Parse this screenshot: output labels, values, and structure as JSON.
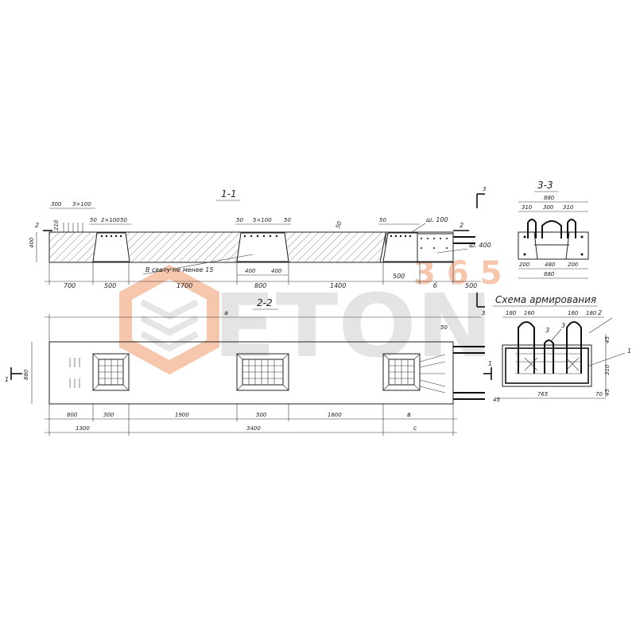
{
  "sections": {
    "s11": "1-1",
    "s22": "2-2",
    "s33": "3-3",
    "scheme": "Схема армирования"
  },
  "section_marks": {
    "m2": "2",
    "m3": "3",
    "m1": "1"
  },
  "section11": {
    "top_dims": [
      "300",
      "3×100",
      "50",
      "2×100",
      "50",
      "50",
      "5×100",
      "50",
      "50",
      "50",
      "ш. 100"
    ],
    "left_dims": [
      "400",
      "210"
    ],
    "callout_light": "В свету не менее 15",
    "callout_w400": "ш. 400",
    "bottom_dims": [
      "700",
      "500",
      "1700",
      "800",
      "1400",
      "500",
      "500",
      "б"
    ],
    "sub_dims": [
      "400",
      "400"
    ]
  },
  "section22": {
    "top_label": "а",
    "top_dim": "50",
    "left_dim": "880",
    "mid_dims": [
      "800",
      "300",
      "1900",
      "500",
      "1600",
      "в"
    ],
    "bottom_dims": [
      "1300",
      "3400",
      "с"
    ]
  },
  "section33": {
    "width": "880",
    "top_dims": [
      "310",
      "300",
      "310"
    ],
    "bottom_dims": [
      "200",
      "480",
      "200"
    ],
    "bottom_total": "880"
  },
  "scheme": {
    "top_dims": [
      "180",
      "160",
      "160",
      "180"
    ],
    "callouts": [
      "2",
      "3",
      "3",
      "1"
    ],
    "right_dims": [
      "45",
      "310",
      "45"
    ],
    "bottom_dims": [
      "45",
      "765",
      "70"
    ]
  },
  "watermark": {
    "brand": "ETON",
    "num": "365",
    "color": "#f29a6b"
  }
}
